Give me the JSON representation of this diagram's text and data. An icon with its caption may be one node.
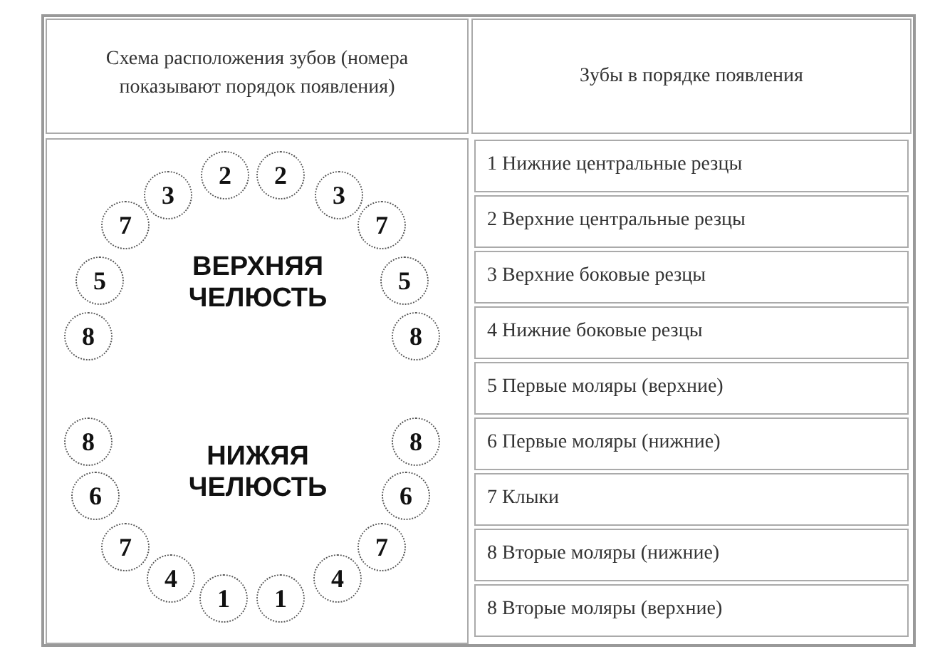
{
  "diagram": {
    "nodes": [
      {
        "text": [
          "2"
        ]
      },
      {
        "text": [
          "2"
        ]
      },
      {
        "text": [
          "3"
        ]
      },
      {
        "text": [
          "3"
        ]
      },
      {
        "text": [
          "7"
        ]
      },
      {
        "text": [
          "7"
        ]
      },
      {
        "text": [
          "5"
        ]
      },
      {
        "text": [
          "5"
        ]
      },
      {
        "text": [
          "8"
        ]
      },
      {
        "text": [
          "8"
        ]
      },
      {
        "text": [
          "8"
        ]
      },
      {
        "text": [
          "8"
        ]
      },
      {
        "text": [
          "6"
        ]
      },
      {
        "text": [
          "6"
        ]
      },
      {
        "text": [
          "7"
        ]
      },
      {
        "text": [
          "7"
        ]
      },
      {
        "text": [
          "4"
        ]
      },
      {
        "text": [
          "4"
        ]
      },
      {
        "text": [
          "1"
        ]
      },
      {
        "text": [
          "1"
        ]
      }
    ],
    "labels": [
      "Схема расположения зубов (номера показывают порядок появления)",
      "Зубы в порядке появления",
      "ВЕРХНЯЯ ЧЕЛЮСТЬ",
      "НИЖЯЯ ЧЕЛЮСТЬ",
      "1 Нижние центральные резцы",
      "2 Верхние центральные резцы",
      "3 Верхние боковые резцы",
      "4 Нижние боковые резцы",
      "5 Первые моляры (верхние)",
      "6 Первые моляры (нижние)",
      "7 Клыки",
      "8 Вторые моляры (нижние)",
      "8 Вторые моляры (верхние)"
    ]
  }
}
